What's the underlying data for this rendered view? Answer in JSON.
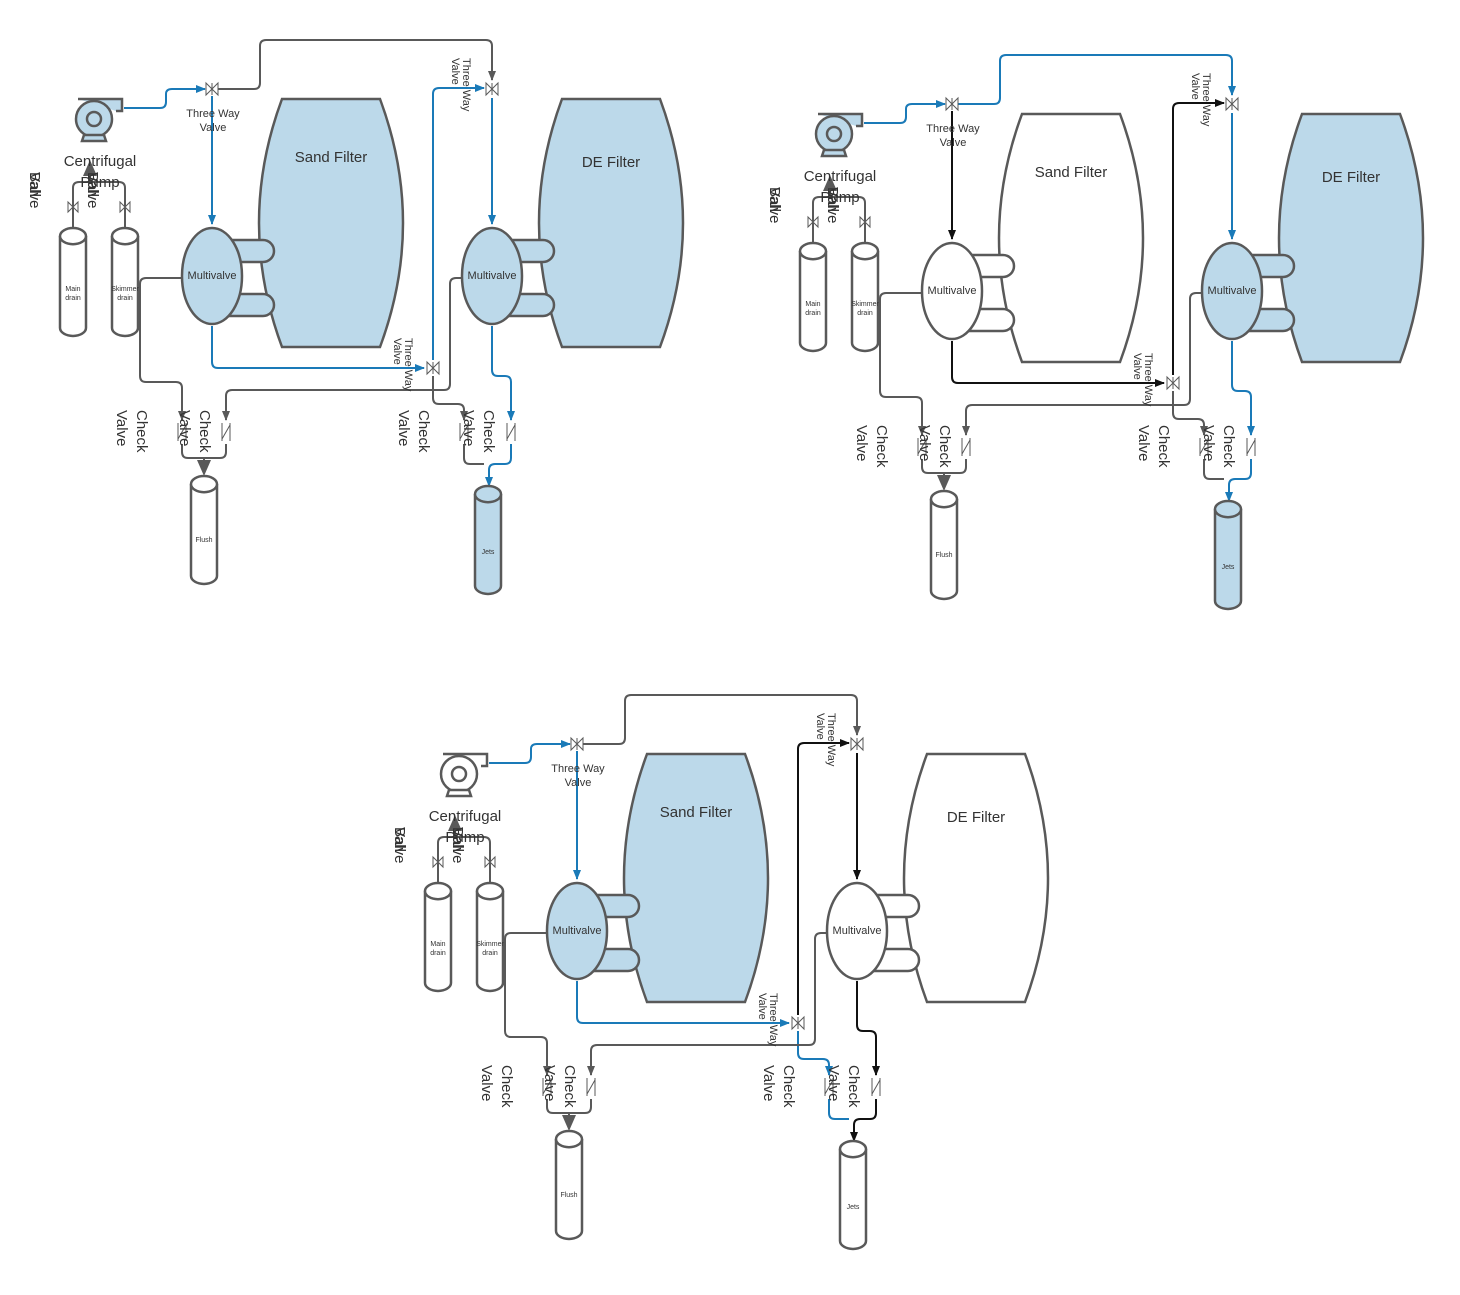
{
  "colors": {
    "active_fill": "#bcd9ea",
    "inactive_fill": "#ffffff",
    "outline": "#595959",
    "pipe_blue": "#1a7ab8",
    "pipe_black": "#111111",
    "pipe_gray": "#595959"
  },
  "icons": {
    "pump": "centrifugal-pump-icon",
    "valve": "three-way-valve-icon",
    "ball_valve": "ball-valve-icon",
    "check_valve": "check-valve-icon"
  },
  "diagrams": [
    {
      "name": "panel-top-left",
      "labels": {
        "pump": "Centrifugal Pump",
        "ball_valve_left": "Ball Valve",
        "ball_valve_right": "Ball Valve",
        "main_drain": "Main drain",
        "skimmer_drain": "Skimmer drain",
        "tw_valve_1": "Three Way Valve",
        "tw_valve_2": "Three Way Valve",
        "tw_valve_3": "Three Way Valve",
        "multivalve_sand": "Multivalve",
        "multivalve_de": "Multivalve",
        "sand_filter": "Sand Filter",
        "de_filter": "DE Filter",
        "check_valve_a": "Check Valve",
        "check_valve_b": "Check Valve",
        "check_valve_c": "Check Valve",
        "check_valve_d": "Check Valve",
        "flush": "Flush",
        "jets": "Jets"
      }
    },
    {
      "name": "panel-top-right",
      "labels": {
        "pump": "Centrifugal Pump",
        "ball_valve_left": "Ball Valve",
        "ball_valve_right": "Ball Valve",
        "main_drain": "Main drain",
        "skimmer_drain": "Skimmer drain",
        "tw_valve_1": "Three Way Valve",
        "tw_valve_2": "Three Way Valve",
        "tw_valve_3": "Three Way Valve",
        "multivalve_sand": "Multivalve",
        "multivalve_de": "Multivalve",
        "sand_filter": "Sand Filter",
        "de_filter": "DE Filter",
        "check_valve_a": "Check Valve",
        "check_valve_b": "Check Valve",
        "check_valve_c": "Check Valve",
        "check_valve_d": "Check Valve",
        "flush": "Flush",
        "jets": "Jets"
      }
    },
    {
      "name": "panel-bottom",
      "labels": {
        "pump": "Centrifugal Pump",
        "ball_valve_left": "Ball Valve",
        "ball_valve_right": "Ball Valve",
        "main_drain": "Main drain",
        "skimmer_drain": "Skimmer drain",
        "tw_valve_1": "Three Way Valve",
        "tw_valve_2": "Three Way Valve",
        "tw_valve_3": "Three Way Valve",
        "multivalve_sand": "Multivalve",
        "multivalve_de": "Multivalve",
        "sand_filter": "Sand Filter",
        "de_filter": "DE Filter",
        "check_valve_a": "Check Valve",
        "check_valve_b": "Check Valve",
        "check_valve_c": "Check Valve",
        "check_valve_d": "Check Valve",
        "flush": "Flush",
        "jets": "Jets"
      }
    }
  ]
}
